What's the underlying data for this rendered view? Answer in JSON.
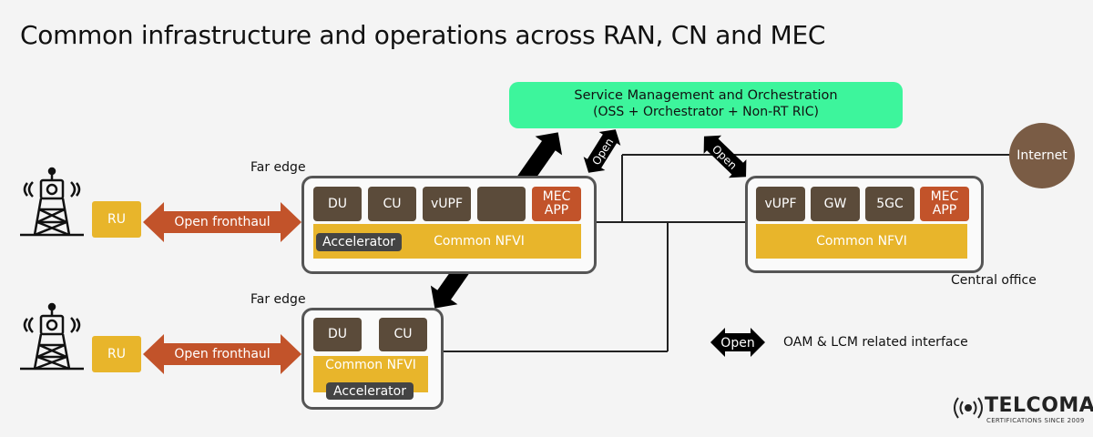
{
  "title": "Common infrastructure and operations across RAN, CN and MEC",
  "smo": {
    "line1": "Service Management and Orchestration",
    "line2": "(OSS + Orchestrator + Non-RT RIC)"
  },
  "far_edge_1": {
    "label": "Far edge",
    "blocks": [
      "DU",
      "CU",
      "vUPF",
      "",
      "MEC\nAPP"
    ],
    "accelerator": "Accelerator",
    "nfvi": "Common NFVI"
  },
  "far_edge_2": {
    "label": "Far edge",
    "blocks": [
      "DU",
      "CU"
    ],
    "nfvi": "Common NFVI",
    "accelerator": "Accelerator"
  },
  "central_office": {
    "label": "Central office",
    "blocks": [
      "vUPF",
      "GW",
      "5GC",
      "MEC\nAPP"
    ],
    "nfvi": "Common NFVI"
  },
  "ru_1": "RU",
  "ru_2": "RU",
  "fronthaul_1": "Open fronthaul",
  "fronthaul_2": "Open fronthaul",
  "internet": "Internet",
  "open_label": "Open",
  "legend": {
    "arrow_label": "Open",
    "text": "OAM & LCM related interface"
  },
  "logo": {
    "name": "TELCOMA",
    "tagline": "CERTIFICATIONS SINCE 2009"
  },
  "colors": {
    "smo": "#3df59c",
    "nfvi": "#e8b52b",
    "block": "#5b4b3a",
    "mec": "#c2532a",
    "fronthaul": "#c2532a",
    "internet": "#7a5c45"
  }
}
